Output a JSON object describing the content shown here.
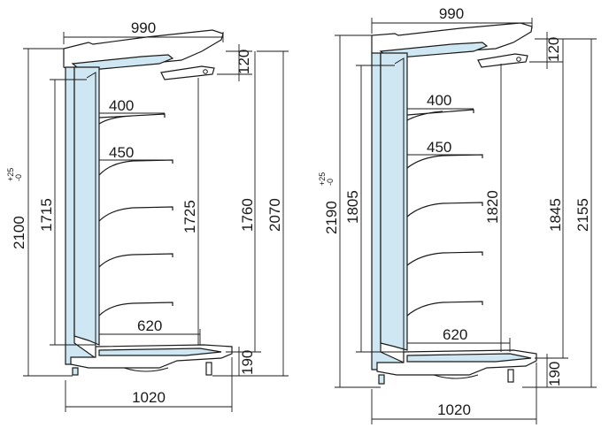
{
  "left_view": {
    "top_width": "990",
    "canopy_height": "120",
    "shelf_depth_top": "400",
    "shelf_depth_second": "450",
    "total_height_main": "2100",
    "total_height_tolerance_plus": "+25",
    "total_height_tolerance_minus": "-0",
    "interior_height": "1715",
    "shelf_zone_height": "1725",
    "rear_height": "1760",
    "overall_height": "2070",
    "base_shelf_depth": "620",
    "base_height": "190",
    "base_width": "1020"
  },
  "right_view": {
    "top_width": "990",
    "canopy_height": "120",
    "shelf_depth_top": "400",
    "shelf_depth_second": "450",
    "total_height_main": "2190",
    "total_height_tolerance_plus": "+25",
    "total_height_tolerance_minus": "-0",
    "interior_height": "1805",
    "shelf_zone_height": "1820",
    "rear_height": "1845",
    "overall_height": "2155",
    "base_shelf_depth": "620",
    "base_height": "190",
    "base_width": "1020"
  }
}
